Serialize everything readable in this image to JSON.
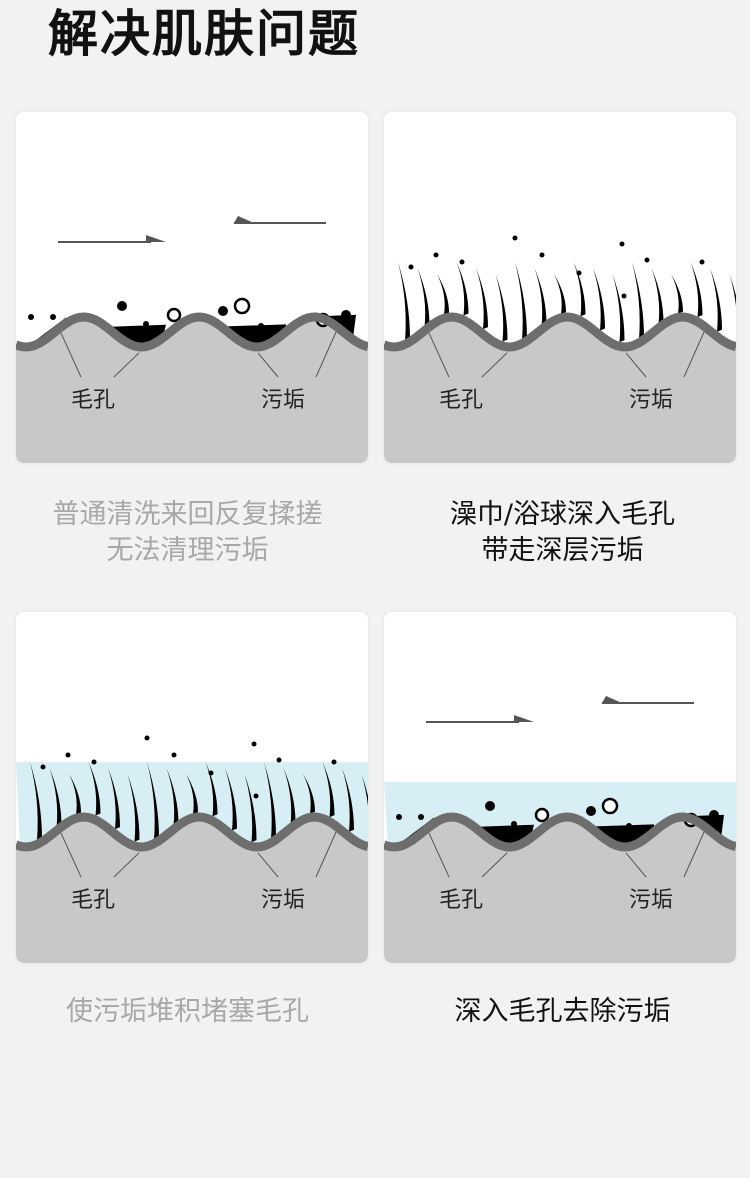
{
  "title": "解决肌肤问题",
  "panels": [
    {
      "label_pore": "毛孔",
      "label_dirt": "污垢",
      "caption_lines": [
        "普通清洗来回反复揉搓",
        "无法清理污垢"
      ]
    },
    {
      "label_pore": "毛孔",
      "label_dirt": "污垢",
      "caption_lines": [
        "澡巾/浴球深入毛孔",
        "带走深层污垢"
      ]
    },
    {
      "label_pore": "毛孔",
      "label_dirt": "污垢",
      "caption_lines": [
        "使污垢堆积堵塞毛孔"
      ]
    },
    {
      "label_pore": "毛孔",
      "label_dirt": "污垢",
      "caption_lines": [
        "深入毛孔去除污垢"
      ]
    }
  ],
  "colors": {
    "skin": "#c8c8c8",
    "skin_edge": "#6e6e6e",
    "water": "#d6eef4",
    "dirt": "#000000"
  }
}
